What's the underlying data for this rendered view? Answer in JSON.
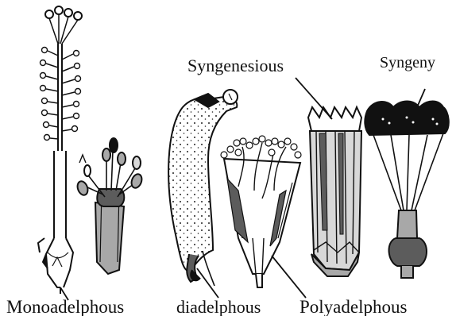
{
  "labels": {
    "monoadelphous": "Monoadelphous",
    "diadelphous": "diadelphous",
    "polyadelphous": "Polyadelphous",
    "syngenesious": "Syngenesious",
    "syngeny": "Syngeny"
  },
  "colors": {
    "ink": "#111111",
    "grey": "#a8a8a8",
    "dark_grey": "#5c5c5c",
    "light_grey": "#d8d8d8"
  }
}
